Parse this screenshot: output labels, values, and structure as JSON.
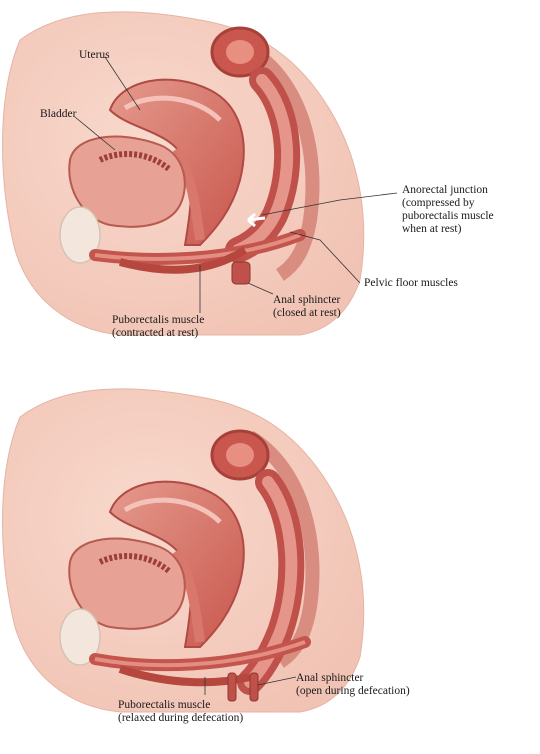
{
  "top_panel": {
    "uterus": "Uterus",
    "bladder": "Bladder",
    "anorectal_junction": {
      "line1": "Anorectal junction",
      "line2": "(compressed by",
      "line3": "puborectalis muscle",
      "line4": "when at rest)"
    },
    "pelvic_floor": "Pelvic floor muscles",
    "anal_sphincter": {
      "line1": "Anal sphincter",
      "line2": "(closed at rest)"
    },
    "puborectalis": {
      "line1": "Puborectalis muscle",
      "line2": "(contracted at rest)"
    }
  },
  "bottom_panel": {
    "anal_sphincter": {
      "line1": "Anal sphincter",
      "line2": "(open during defecation)"
    },
    "puborectalis": {
      "line1": "Puborectalis muscle",
      "line2": "(relaxed during defecation)"
    }
  }
}
